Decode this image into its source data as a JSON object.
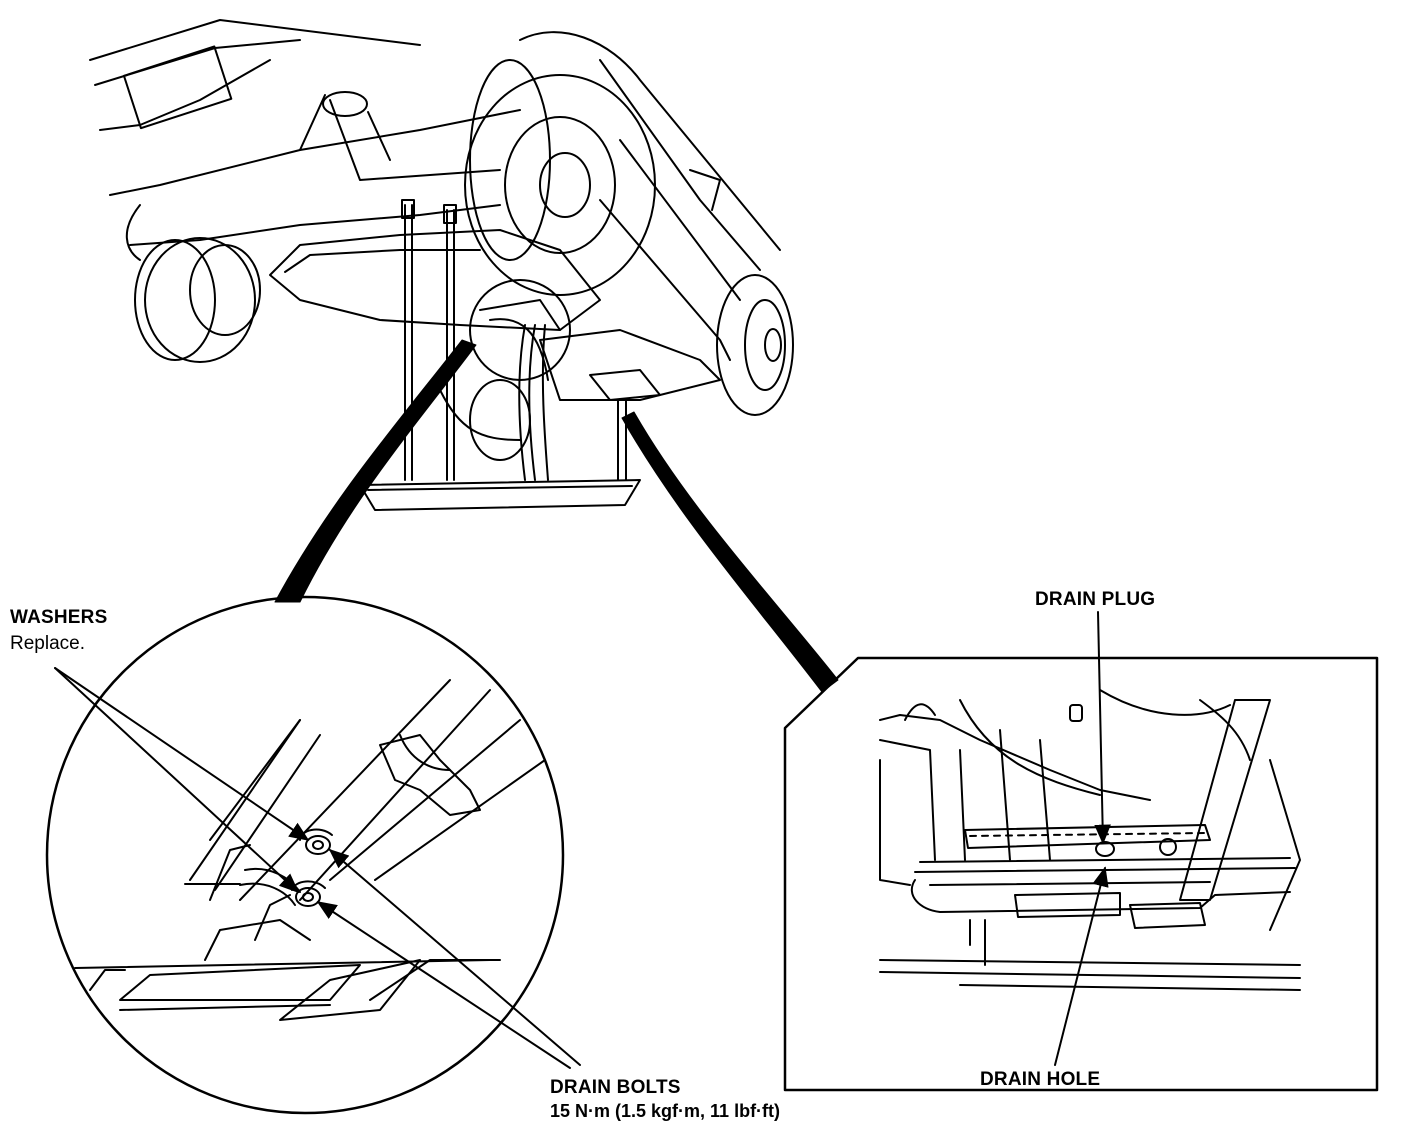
{
  "callouts": {
    "washers": {
      "title": "WASHERS",
      "note": "Replace."
    },
    "drain_bolts": {
      "title": "DRAIN BOLTS",
      "torque": "15 N·m (1.5 kgf·m, 11 lbf·ft)"
    },
    "drain_plug": {
      "title": "DRAIN PLUG"
    },
    "drain_hole": {
      "title": "DRAIN HOLE"
    }
  },
  "colors": {
    "ink": "#000000",
    "paper": "#ffffff"
  }
}
